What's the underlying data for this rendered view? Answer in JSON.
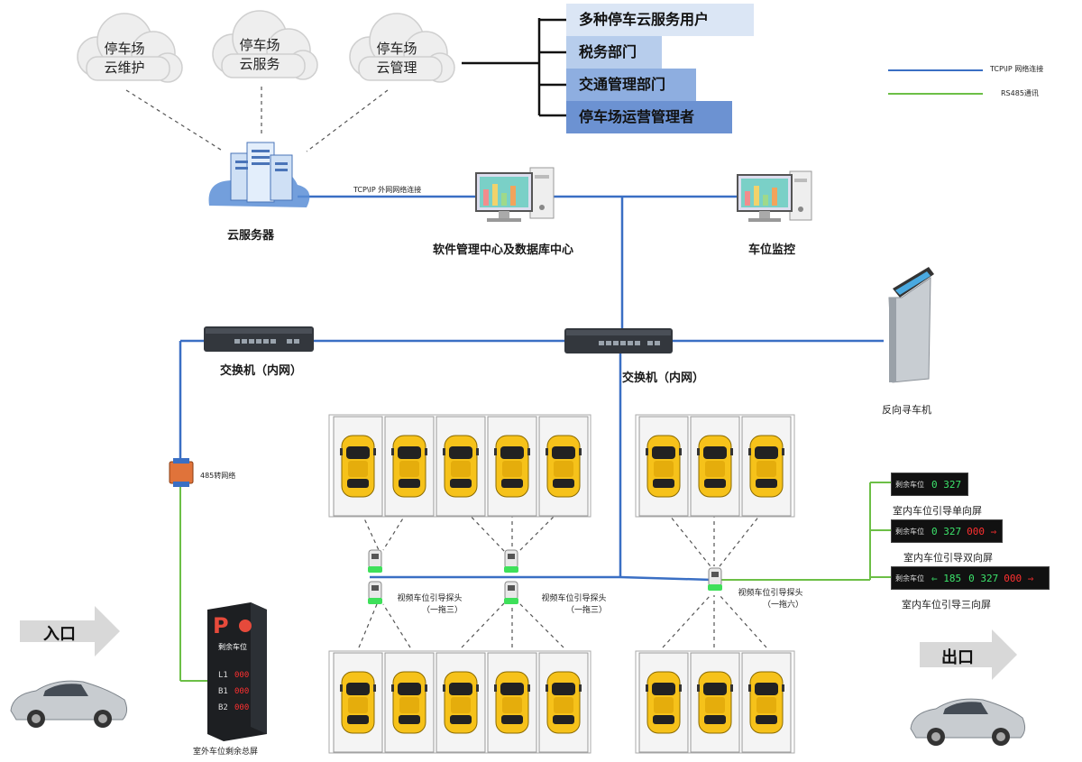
{
  "clouds": [
    {
      "line1": "停车场",
      "line2": "云维护"
    },
    {
      "line1": "停车场",
      "line2": "云服务"
    },
    {
      "line1": "停车场",
      "line2": "云管理"
    }
  ],
  "users": [
    {
      "label": "多种停车云服务用户"
    },
    {
      "label": "税务部门"
    },
    {
      "label": "交通管理部门"
    },
    {
      "label": "停车场运营管理者"
    }
  ],
  "legend": {
    "tcp": "TCP\\IP 网络连接",
    "rs485": "RS485通讯",
    "tcp_color": "#3a6fc4",
    "rs485_color": "#6cbf46"
  },
  "nodes": {
    "cloud_server": "云服务器",
    "wan_link": "TCP\\IP 外网网络连接",
    "software_center": "软件管理中心及数据库中心",
    "space_monitor": "车位监控",
    "switch_left": "交换机（内网）",
    "switch_right": "交换机（内网）",
    "kiosk": "反向寻车机",
    "converter": "485转网络",
    "entrance": "入口",
    "exit": "出口",
    "outdoor_screen": "室外车位剩余总屏",
    "detector1": {
      "line1": "视频车位引导探头",
      "line2": "（一拖三）"
    },
    "detector2": {
      "line1": "视频车位引导探头",
      "line2": "（一拖三）"
    },
    "detector3": {
      "line1": "视频车位引导探头",
      "line2": "（一拖六）"
    }
  },
  "displays": [
    {
      "caption": "室内车位引导单向屏",
      "title": "剩余车位",
      "values": [
        "0 327"
      ]
    },
    {
      "caption": "室内车位引导双向屏",
      "title": "剩余车位",
      "values": [
        "0 327",
        "000 ⇒"
      ]
    },
    {
      "caption": "室内车位引导三向屏",
      "title": "剩余车位",
      "values": [
        "⇐ 185",
        "0 327",
        "000 ⇒"
      ]
    }
  ],
  "pole": {
    "letter": "P",
    "title": "剩余车位",
    "rows": [
      {
        "level": "L1",
        "value": "000"
      },
      {
        "level": "B1",
        "value": "000"
      },
      {
        "level": "B2",
        "value": "000"
      }
    ]
  },
  "colors": {
    "user_box": [
      "#dbe6f5",
      "#b7cdec",
      "#8eaee0",
      "#6c92d2"
    ],
    "car_yellow": "#f6c21a",
    "switch": "#33373d"
  }
}
